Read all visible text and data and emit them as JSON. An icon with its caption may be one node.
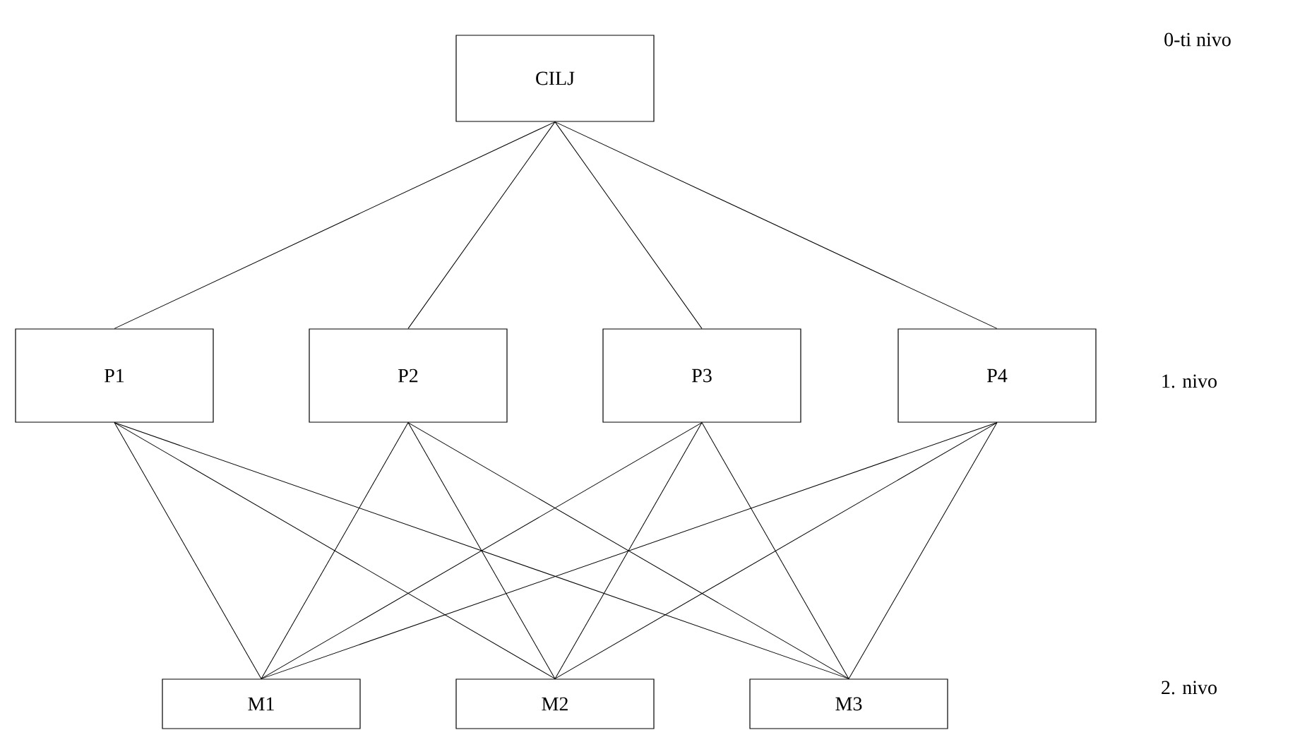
{
  "diagram": {
    "nodes": [
      {
        "text": [
          "CILJ"
        ]
      },
      {
        "text": [
          "P1"
        ]
      },
      {
        "text": [
          "P2"
        ]
      },
      {
        "text": [
          "P3"
        ]
      },
      {
        "text": [
          "P4"
        ]
      },
      {
        "text": [
          "M1"
        ]
      },
      {
        "text": [
          "M2"
        ]
      },
      {
        "text": [
          "M3"
        ]
      }
    ],
    "edges": [
      {
        "from": 0,
        "to": 1,
        "arrow": "none"
      },
      {
        "from": 0,
        "to": 2,
        "arrow": "none"
      },
      {
        "from": 0,
        "to": 3,
        "arrow": "none"
      },
      {
        "from": 0,
        "to": 4,
        "arrow": "none"
      },
      {
        "from": 1,
        "to": 5,
        "arrow": "none"
      },
      {
        "from": 1,
        "to": 6,
        "arrow": "none"
      },
      {
        "from": 1,
        "to": 7,
        "arrow": "none"
      },
      {
        "from": 2,
        "to": 5,
        "arrow": "none"
      },
      {
        "from": 2,
        "to": 6,
        "arrow": "none"
      },
      {
        "from": 2,
        "to": 7,
        "arrow": "none"
      },
      {
        "from": 3,
        "to": 5,
        "arrow": "none"
      },
      {
        "from": 3,
        "to": 6,
        "arrow": "none"
      },
      {
        "from": 3,
        "to": 7,
        "arrow": "none"
      },
      {
        "from": 4,
        "to": 5,
        "arrow": "none"
      },
      {
        "from": 4,
        "to": 6,
        "arrow": "none"
      },
      {
        "from": 4,
        "to": 7,
        "arrow": "none"
      }
    ],
    "labels": [
      "0-ti nivo",
      "1. nivo",
      "2. nivo"
    ]
  }
}
